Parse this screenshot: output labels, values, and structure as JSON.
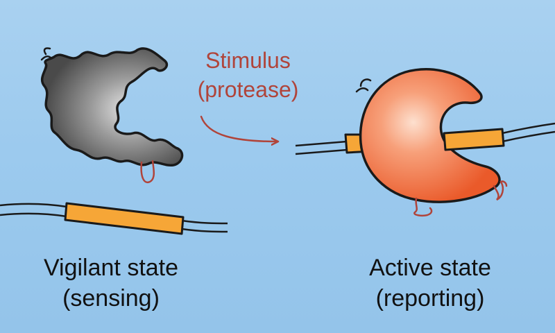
{
  "stimulus": {
    "line1": "Stimulus",
    "line2": "(protease)",
    "color": "#b0443a"
  },
  "vigilant": {
    "line1": "Vigilant state",
    "line2": "(sensing)"
  },
  "active": {
    "line1": "Active state",
    "line2": "(reporting)"
  },
  "colors": {
    "background": "#9ecbee",
    "vigilant_protein": "#7a7a7a",
    "active_protein": "#f06b3f",
    "substrate": "#f6a637",
    "outline": "#1a1a1a"
  }
}
